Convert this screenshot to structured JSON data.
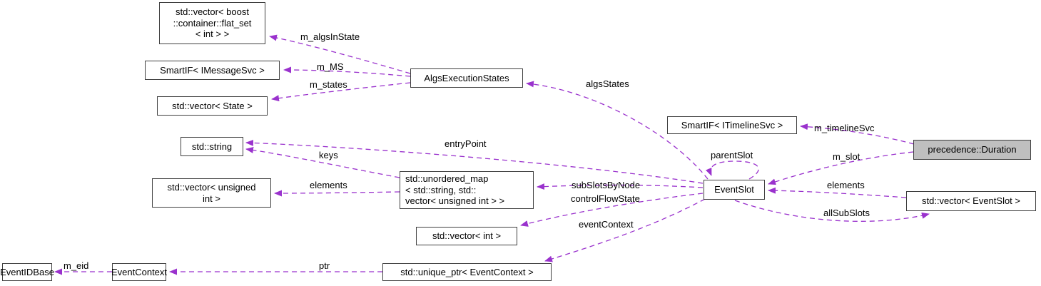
{
  "diagram": {
    "type": "collaboration-graph",
    "colors": {
      "edge": "#9a32cd",
      "node_border": "#3f3f3f",
      "node_background": "#ffffff",
      "highlight_background": "#bfbfbf",
      "text": "#000000",
      "page_background": "#ffffff"
    },
    "nodes": {
      "flat_set": {
        "lines": [
          "std::vector< boost",
          "::container::flat_set",
          "< int > >"
        ]
      },
      "smartif_imessagesvc": {
        "lines": [
          "SmartIF< IMessageSvc >"
        ]
      },
      "vector_state": {
        "lines": [
          "std::vector< State >"
        ]
      },
      "string": {
        "lines": [
          "std::string"
        ]
      },
      "vector_unsigned_int": {
        "lines": [
          "std::vector< unsigned",
          "int >"
        ]
      },
      "unordered_map": {
        "lines": [
          "std::unordered_map",
          "< std::string, std::",
          "vector< unsigned int > >"
        ]
      },
      "vector_int": {
        "lines": [
          "std::vector< int >"
        ]
      },
      "eventidbase": {
        "lines": [
          "EventIDBase"
        ]
      },
      "eventcontext": {
        "lines": [
          "EventContext"
        ]
      },
      "unique_ptr_eventcontext": {
        "lines": [
          "std::unique_ptr< EventContext >"
        ]
      },
      "algsexecutionstates": {
        "lines": [
          "AlgsExecutionStates"
        ]
      },
      "smartif_itimelinesvc": {
        "lines": [
          "SmartIF< ITimelineSvc >"
        ]
      },
      "eventslot": {
        "lines": [
          "EventSlot"
        ]
      },
      "precedence_duration": {
        "lines": [
          "precedence::Duration"
        ]
      },
      "vector_eventslot": {
        "lines": [
          "std::vector< EventSlot >"
        ]
      }
    },
    "edge_labels": {
      "m_algsInState": "m_algsInState",
      "m_MS": "m_MS",
      "m_states": "m_states",
      "algsStates": "algsStates",
      "entryPoint": "entryPoint",
      "keys": "keys",
      "elements_left": "elements",
      "subSlotsByNode": "subSlotsByNode",
      "controlFlowState": "controlFlowState",
      "eventContext": "eventContext",
      "parentSlot": "parentSlot",
      "m_timelineSvc": "m_timelineSvc",
      "m_slot": "m_slot",
      "elements_right": "elements",
      "allSubSlots": "allSubSlots",
      "m_eid": "m_eid",
      "ptr": "ptr"
    }
  }
}
